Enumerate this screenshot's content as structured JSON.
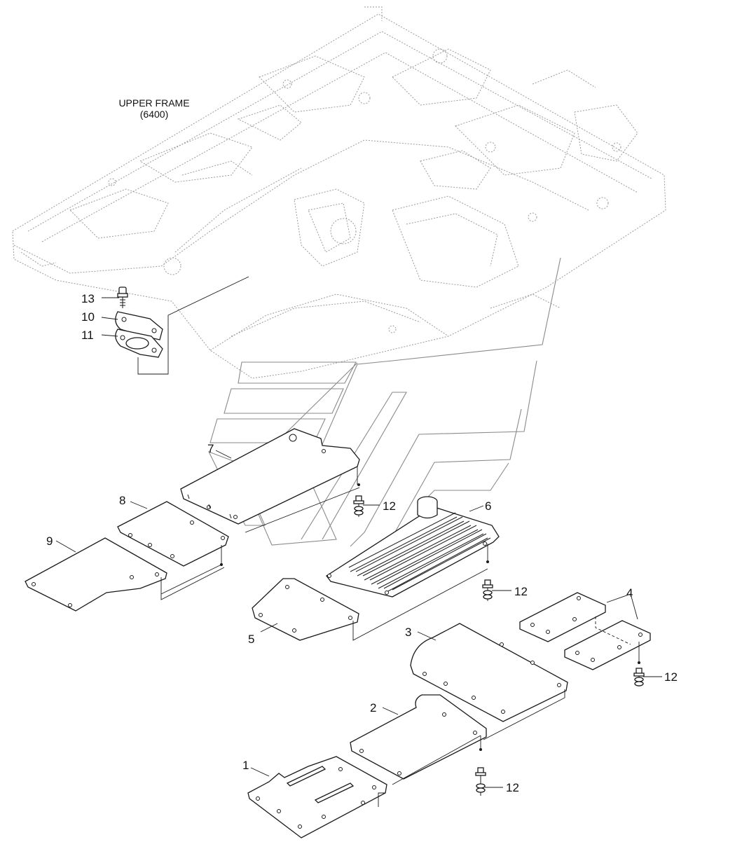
{
  "title": {
    "line1": "UPPER FRAME",
    "line2": "(6400)"
  },
  "callouts": {
    "c1": "1",
    "c2": "2",
    "c3": "3",
    "c4": "4",
    "c5": "5",
    "c6": "6",
    "c7": "7",
    "c8": "8",
    "c9": "9",
    "c10": "10",
    "c11": "11",
    "c12a": "12",
    "c12b": "12",
    "c12c": "12",
    "c12d": "12",
    "c13": "13"
  },
  "colors": {
    "line": "#1a1a1a",
    "frame": "#9a9a9a",
    "watermark": "#8a8a8a"
  }
}
